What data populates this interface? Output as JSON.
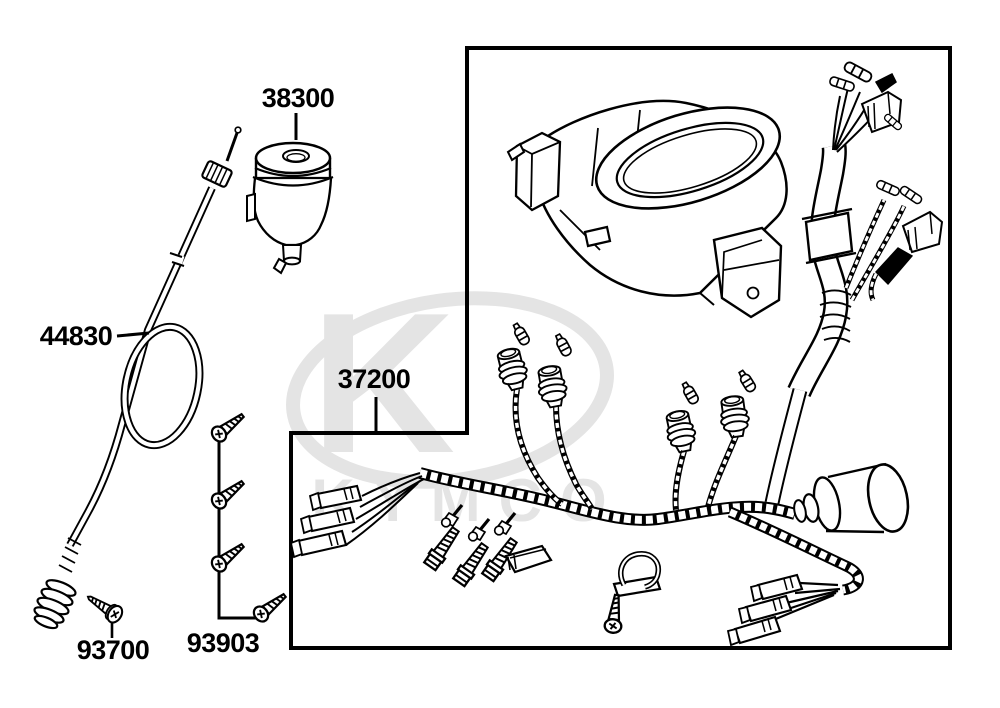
{
  "diagram": {
    "background_color": "#ffffff",
    "line_color": "#000000"
  },
  "watermark": {
    "letter": "K",
    "text": "KYMCO",
    "color": "#e4e4e4"
  },
  "labels": {
    "relay": "38300",
    "cable": "44830",
    "harness": "37200",
    "flat_screw": "93700",
    "pan_screw": "93903"
  }
}
